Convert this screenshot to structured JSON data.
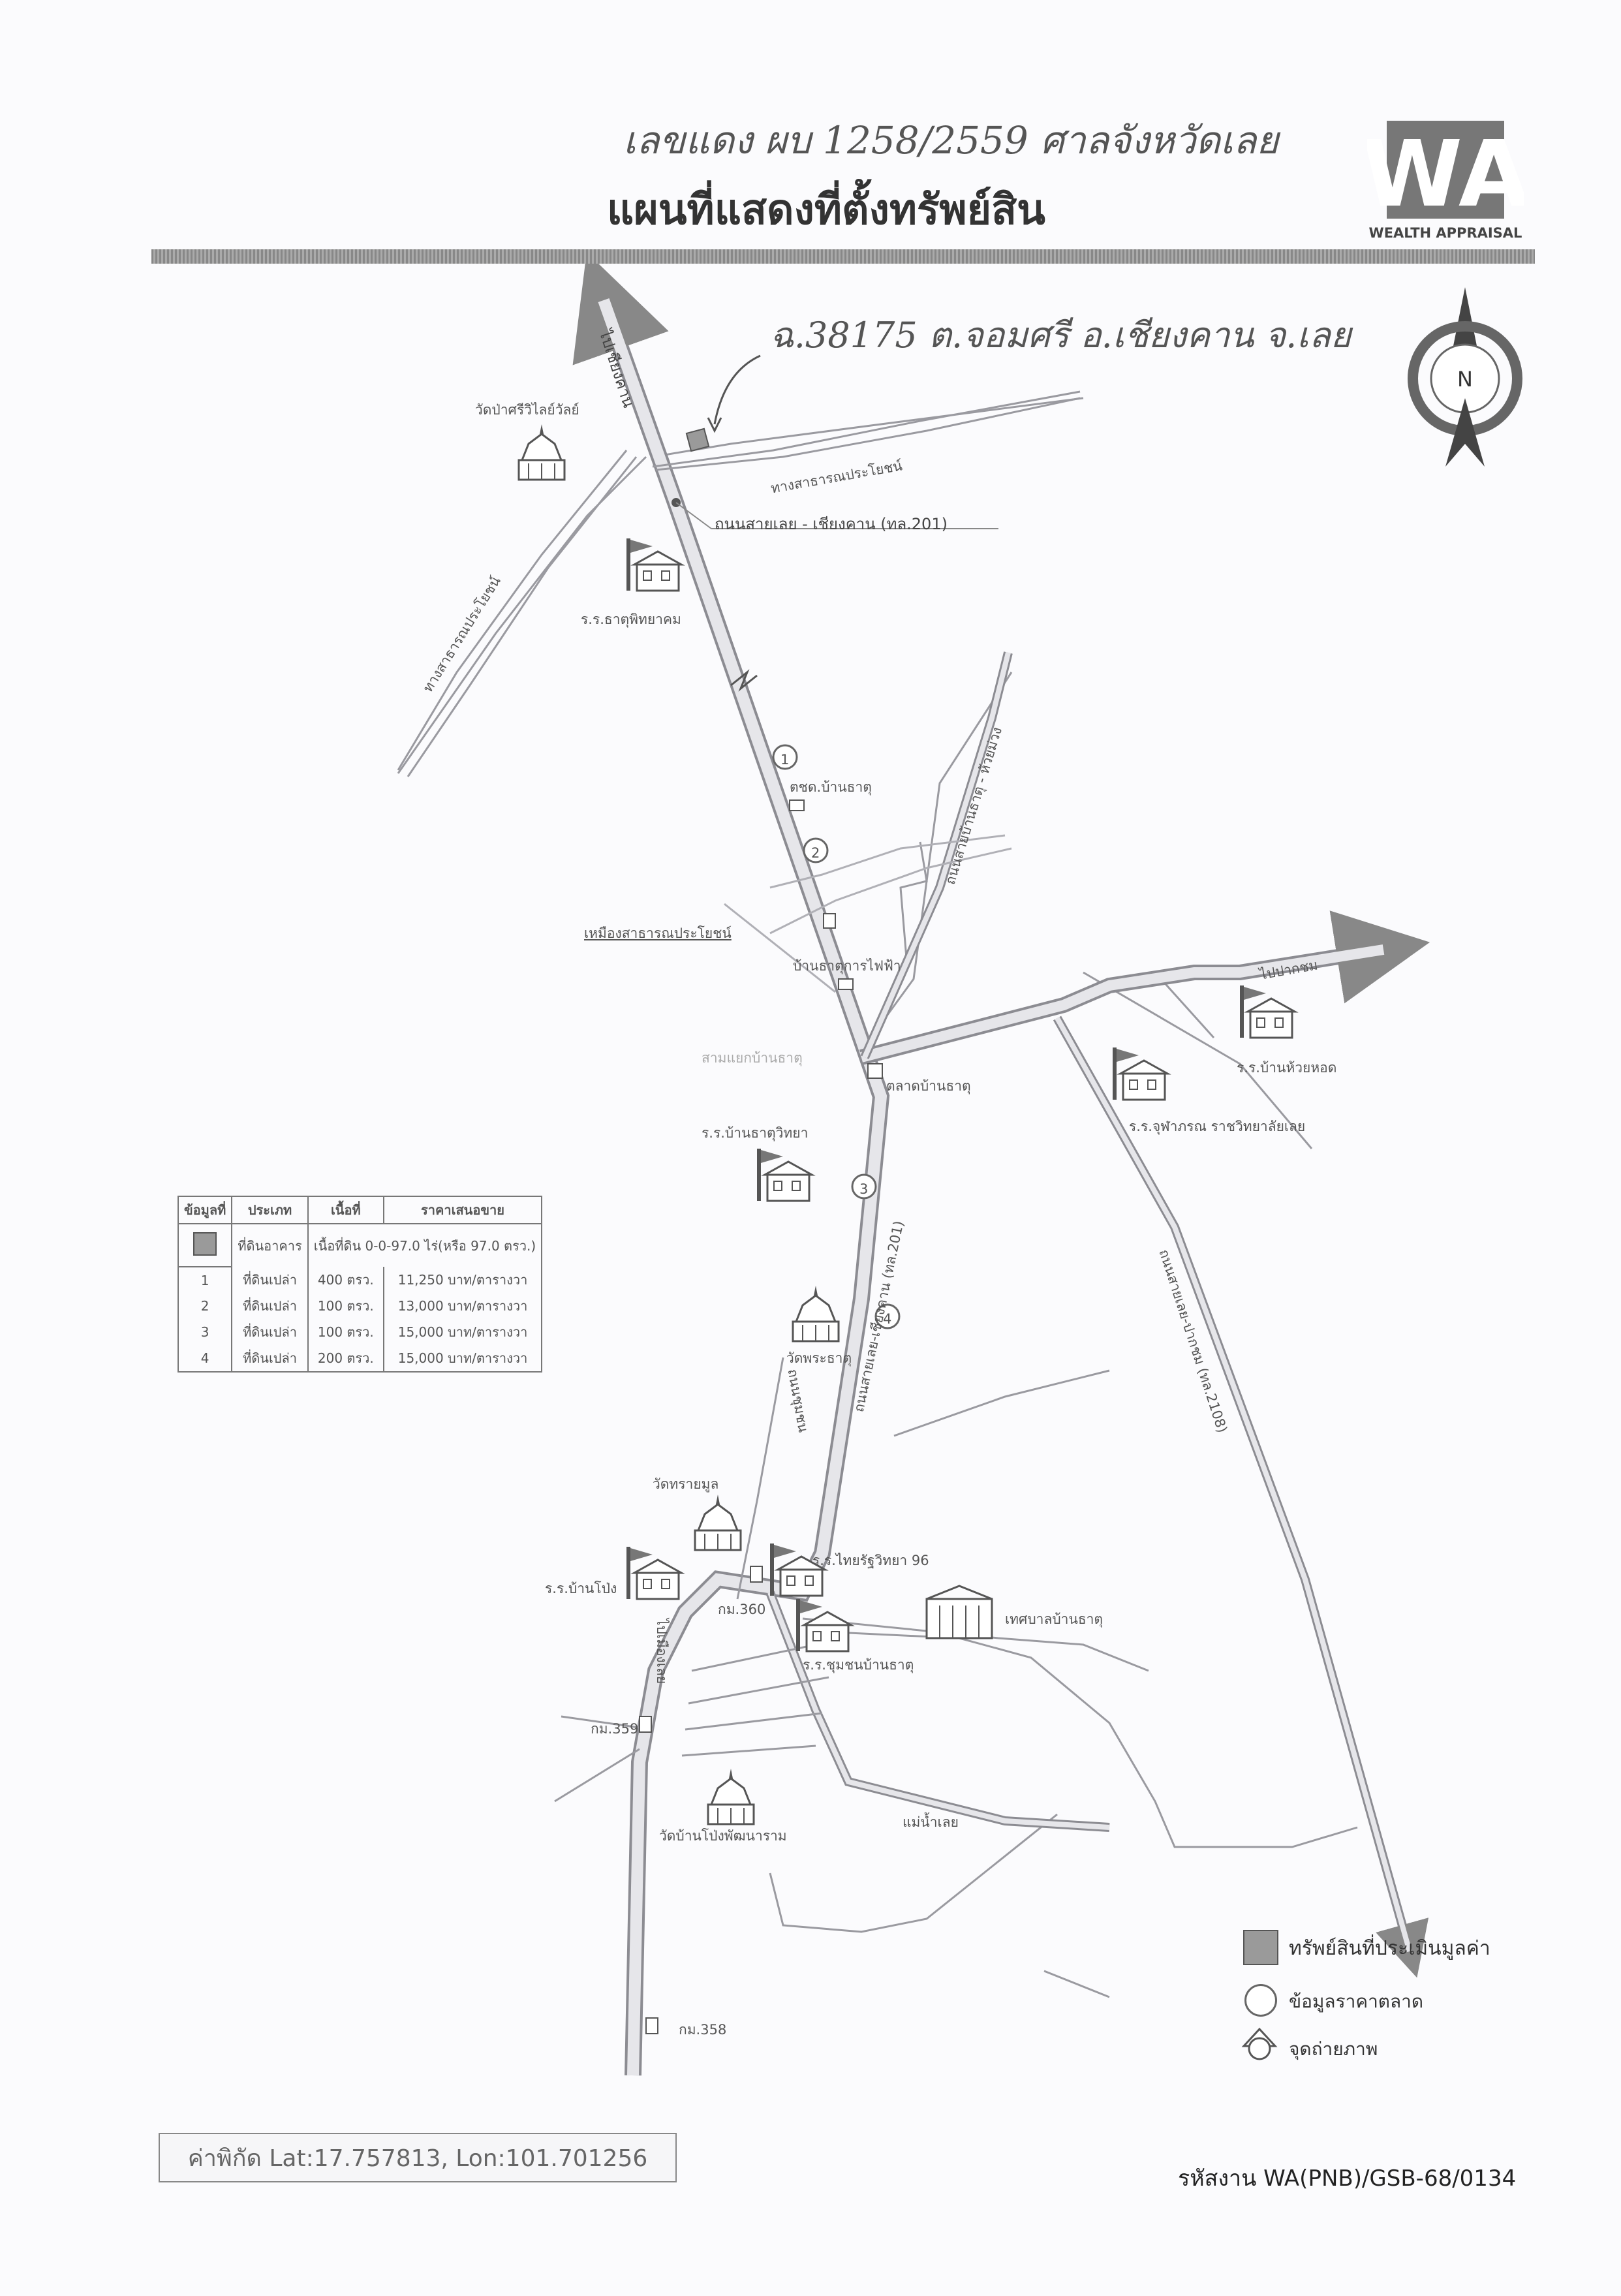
{
  "header": {
    "case_note": "เลขแดง ผบ 1258/2559 ศาลจังหวัดเลย",
    "title": "แผนที่แสดงที่ตั้งทรัพย์สิน",
    "logo_letters": "WA",
    "logo_text": "WEALTH APPRAISAL"
  },
  "compass": {
    "label": "N"
  },
  "subject": {
    "deed_note": "ฉ.38175 ต.จอมศรี อ.เชียงคาน จ.เลย"
  },
  "map_labels": {
    "to_chiang_khan": "ไปเชียงคาน",
    "wat_top": "วัดป่าศรีวิไลย์วัลย์",
    "public_way_1": "ทางสาธารณประโยชน์",
    "public_way_2": "ทางสาธารณประโยชน์",
    "main_road": "ถนนสายเลย - เชียงคาน (ทล.201)",
    "school_1": "ร.ร.ธาตุพิทยาคม",
    "police": "ตชด.บ้านธาตุ",
    "road_huai_muang": "ถนนสายบ้านธาตุ - ห้วยม่วง",
    "canal": "เหมืองสาธารณประโยชน์",
    "electric": "บ้านธาตุการไฟฟ้า",
    "intersection": "สามแยกบ้านธาตุ",
    "to_pak_chom": "ไปปากชม",
    "school_huai_hot": "ร.ร.บ้านห้วยหอด",
    "school_chulabhorn": "ร.ร.จุฬาภรณ ราชวิทยาลัยเลย",
    "market": "ตลาดบ้านธาตุ",
    "school_ban_that": "ร.ร.บ้านธาตุวิทยา",
    "wat_phra_that": "วัดพระธาตุ",
    "road_201_lower": "ถนนสายเลย-เชียงคาน (ทล.201)",
    "road_2115": "ถนนสายเลย-ปากชม (ทล.2108)",
    "road_local": "ถนนชุมชน",
    "wat_si_mongkhon": "วัดทรายมูล",
    "school_pong": "ร.ร.บ้านโป่ง",
    "school_thairath": "ร.ร.ไทยรัฐวิทยา 96",
    "km360": "กม.360",
    "municipality": "เทศบาลบ้านธาตุ",
    "school_community": "ร.ร.ชุมชนบ้านธาตุ",
    "to_loei": "ไปเมืองเลย",
    "km359": "กม.359",
    "wat_bottom": "วัดบ้านโป่งพัฒนาราม",
    "river": "แม่น้ำเลย",
    "km358": "กม.358",
    "marker_1": "1",
    "marker_2": "2",
    "marker_3": "3",
    "marker_4": "4"
  },
  "price_table": {
    "headers": [
      "ข้อมูลที่",
      "ประเภท",
      "เนื้อที่",
      "ราคาเสนอขาย"
    ],
    "subject_row": {
      "type": "ที่ดินอาคาร",
      "area": "เนื้อที่ดิน 0-0-97.0 ไร่(หรือ 97.0 ตรว.)"
    },
    "rows": [
      {
        "id": "1",
        "type": "ที่ดินเปล่า",
        "area": "400 ตรว.",
        "price": "11,250 บาท/ตารางวา"
      },
      {
        "id": "2",
        "type": "ที่ดินเปล่า",
        "area": "100 ตรว.",
        "price": "13,000 บาท/ตารางวา"
      },
      {
        "id": "3",
        "type": "ที่ดินเปล่า",
        "area": "100 ตรว.",
        "price": "15,000 บาท/ตารางวา"
      },
      {
        "id": "4",
        "type": "ที่ดินเปล่า",
        "area": "200 ตรว.",
        "price": "15,000 บาท/ตารางวา"
      }
    ]
  },
  "legend": {
    "subject": "ทรัพย์สินที่ประเมินมูลค่า",
    "market_data": "ข้อมูลราคาตลาด",
    "photo_point": "จุดถ่ายภาพ"
  },
  "footer": {
    "coordinates": "ค่าพิกัด Lat:17.757813, Lon:101.701256",
    "job_code": "รหัสงาน WA(PNB)/GSB-68/0134"
  },
  "colors": {
    "road": "#d2d2d6",
    "road_edge": "#8c8c92",
    "ink": "#444444",
    "subject_fill": "#9a9a9a"
  }
}
